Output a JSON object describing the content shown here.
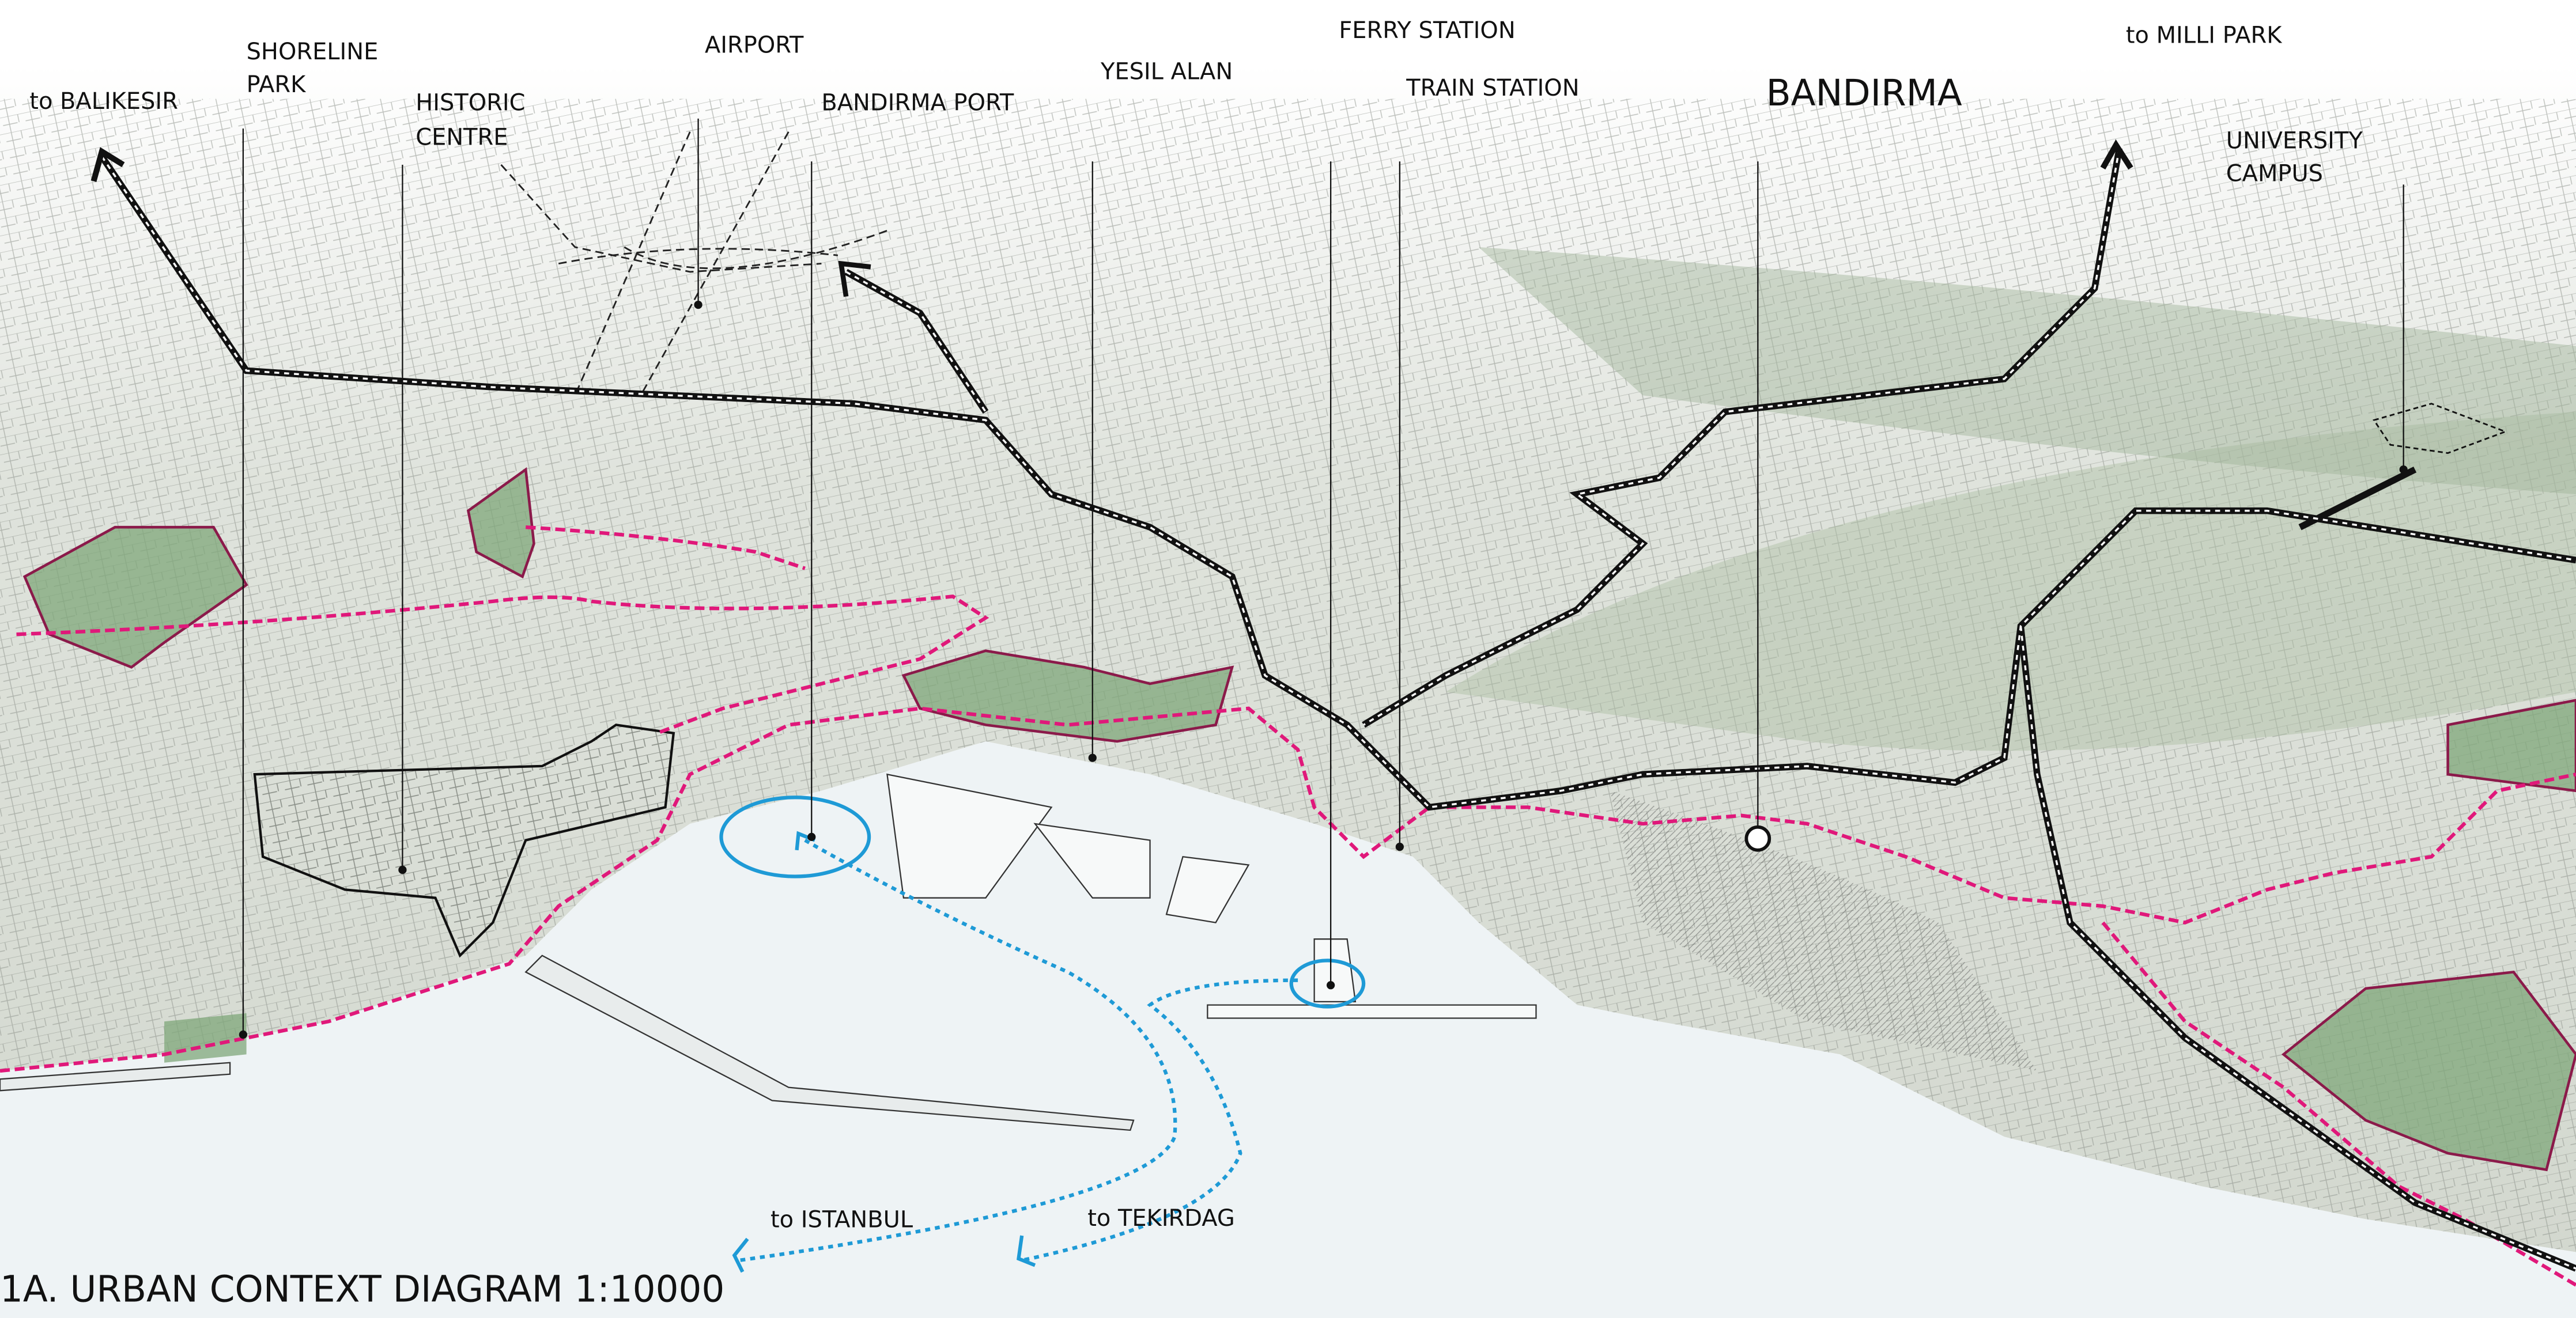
{
  "diagram": {
    "title": "1A. URBAN CONTEXT DIAGRAM 1:10000",
    "city_label": "BANDIRMA",
    "labels": {
      "to_balikesir": "to BALIKESIR",
      "shoreline_park_1": "SHORELINE",
      "shoreline_park_2": "PARK",
      "historic_centre_1": "HISTORIC",
      "historic_centre_2": "CENTRE",
      "airport": "AIRPORT",
      "bandirma_port": "BANDIRMA PORT",
      "yesil_alan": "YESIL ALAN",
      "ferry_station": "FERRY STATION",
      "train_station": "TRAIN STATION",
      "to_milli_park": "to MILLI PARK",
      "university_campus_1": "UNIVERSITY",
      "university_campus_2": "CAMPUS",
      "to_istanbul": "to ISTANBUL",
      "to_tekirdag": "to TEKIRDAG"
    },
    "colors": {
      "green_space": "#7fa77a",
      "park_outline": "#8b1a4a",
      "pedestrian_route": "#e0187a",
      "ferry_route": "#1e9ad6",
      "road": "#111111",
      "sea": "#eef3f5"
    }
  }
}
